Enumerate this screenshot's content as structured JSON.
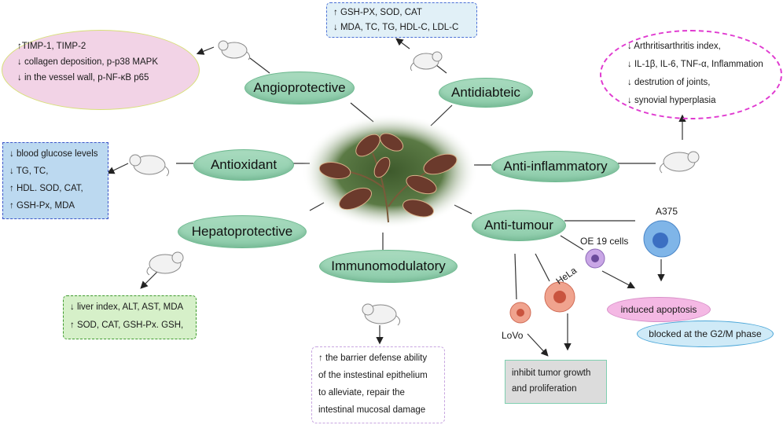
{
  "center_label": "",
  "categories": {
    "angioprotective": "Angioprotective",
    "antidiabetic": "Antidiabteic",
    "antioxidant": "Antioxidant",
    "anti_inflammatory": "Anti-inflammatory",
    "hepatoprotective": "Hepatoprotective",
    "immunomodulatory": "Immunomodulatory",
    "anti_tumour": "Anti-tumour"
  },
  "boxes": {
    "angioprotective": [
      "↑TIMP-1, TIMP-2",
      "↓ collagen deposition, p-p38 MAPK",
      "↓ in the vessel wall, p-NF-κB p65"
    ],
    "antidiabetic": [
      "↑ GSH-PX, SOD, CAT",
      "↓ MDA, TC, TG, HDL-C, LDL-C"
    ],
    "antioxidant": [
      "↓ blood glucose levels",
      "↓ TG, TC,",
      "↑ HDL. SOD, CAT,",
      "↑ GSH-Px, MDA"
    ],
    "anti_inflammatory": [
      "↓ Arthritisarthritis index,",
      "↓ IL-1β, IL-6, TNF-α, Inflammation",
      "↓ destrution of joints,",
      "↓ synovial hyperplasia"
    ],
    "hepatoprotective": [
      "↓ liver index, ALT, AST, MDA",
      "↑ SOD, CAT, GSH-Px. GSH,"
    ],
    "immunomodulatory": [
      "↑ the barrier defense ability",
      "of the instestinal epithelium",
      "to alleviate, repair the",
      "intestinal mucosal damage"
    ]
  },
  "tumour": {
    "cells": {
      "a375": "A375",
      "oe19": "OE 19 cells",
      "hela": "HeLa",
      "lovo": "LoVo"
    },
    "induced_apoptosis": "induced apoptosis",
    "blocked": "blocked at the G2/M phase",
    "inhibit": [
      "inhibit tumor growth",
      "and proliferation"
    ]
  },
  "colors": {
    "pill_green": "#9fd5b6",
    "pink_box": "#f2d3e6",
    "blue_box": "#bcd9f0",
    "green_box": "#d6f0c9",
    "light_blue_box": "#e1f0f7",
    "apoptosis_pink": "#f4b8e4",
    "blocked_blue": "#cfeaf7",
    "inhibit_gray": "#dcdcdc"
  }
}
